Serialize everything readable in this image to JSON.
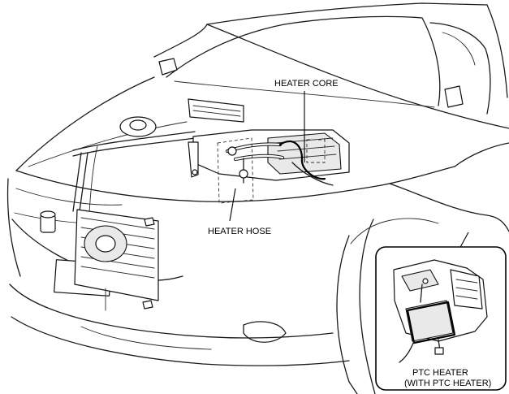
{
  "labels": {
    "heater_core": "HEATER CORE",
    "heater_hose": "HEATER HOSE",
    "ptc_heater_line1": "PTC HEATER",
    "ptc_heater_line2": "(WITH PTC HEATER)"
  },
  "colors": {
    "line": "#000000",
    "background": "#ffffff",
    "part_shade": "#e9e9e9"
  }
}
